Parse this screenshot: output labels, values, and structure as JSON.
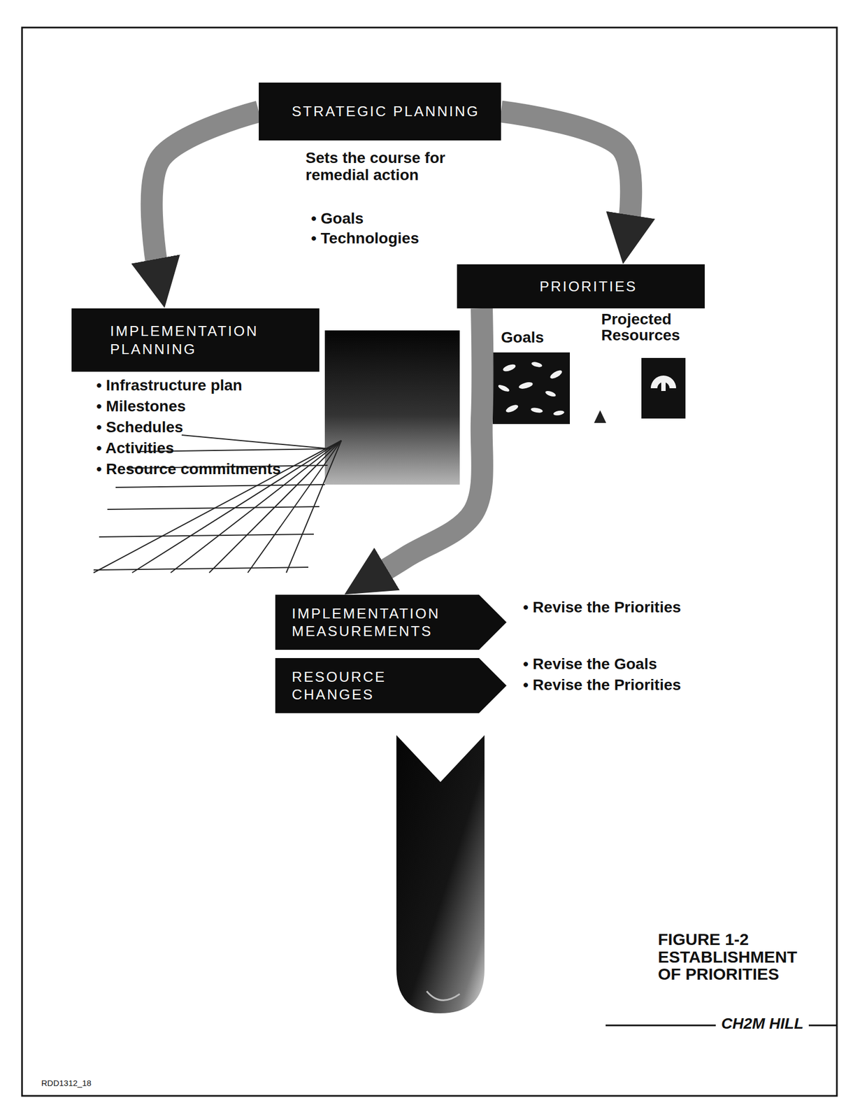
{
  "diagram": {
    "caption": "FIGURE 1-2 ESTABLISHMENT OF PRIORITIES",
    "nodes": [
      {
        "text": [
          "STRATEGIC PLANNING",
          "Sets the course for remedial action",
          "• Goals",
          "• Technologies"
        ]
      },
      {
        "text": [
          "PRIORITIES",
          "Goals",
          "Projected Resources"
        ]
      },
      {
        "text": [
          "IMPLEMENTATION PLANNING",
          "• Infrastructure plan",
          "• Milestones",
          "• Schedules",
          "• Activities",
          "• Resource commitments"
        ]
      },
      {
        "text": [
          "IMPLEMENTATION MEASUREMENTS",
          "• Revise the Priorities"
        ]
      },
      {
        "text": [
          "RESOURCE CHANGES",
          "• Revise the Goals",
          "• Revise the Priorities"
        ]
      }
    ],
    "edges": [
      {
        "from": 0,
        "to": 1,
        "arrow": "to"
      },
      {
        "from": 0,
        "to": 2,
        "arrow": "to"
      },
      {
        "from": 1,
        "to": 3,
        "arrow": "to"
      }
    ],
    "labels": [
      "CH2M HILL",
      "RDD1312_18"
    ]
  }
}
